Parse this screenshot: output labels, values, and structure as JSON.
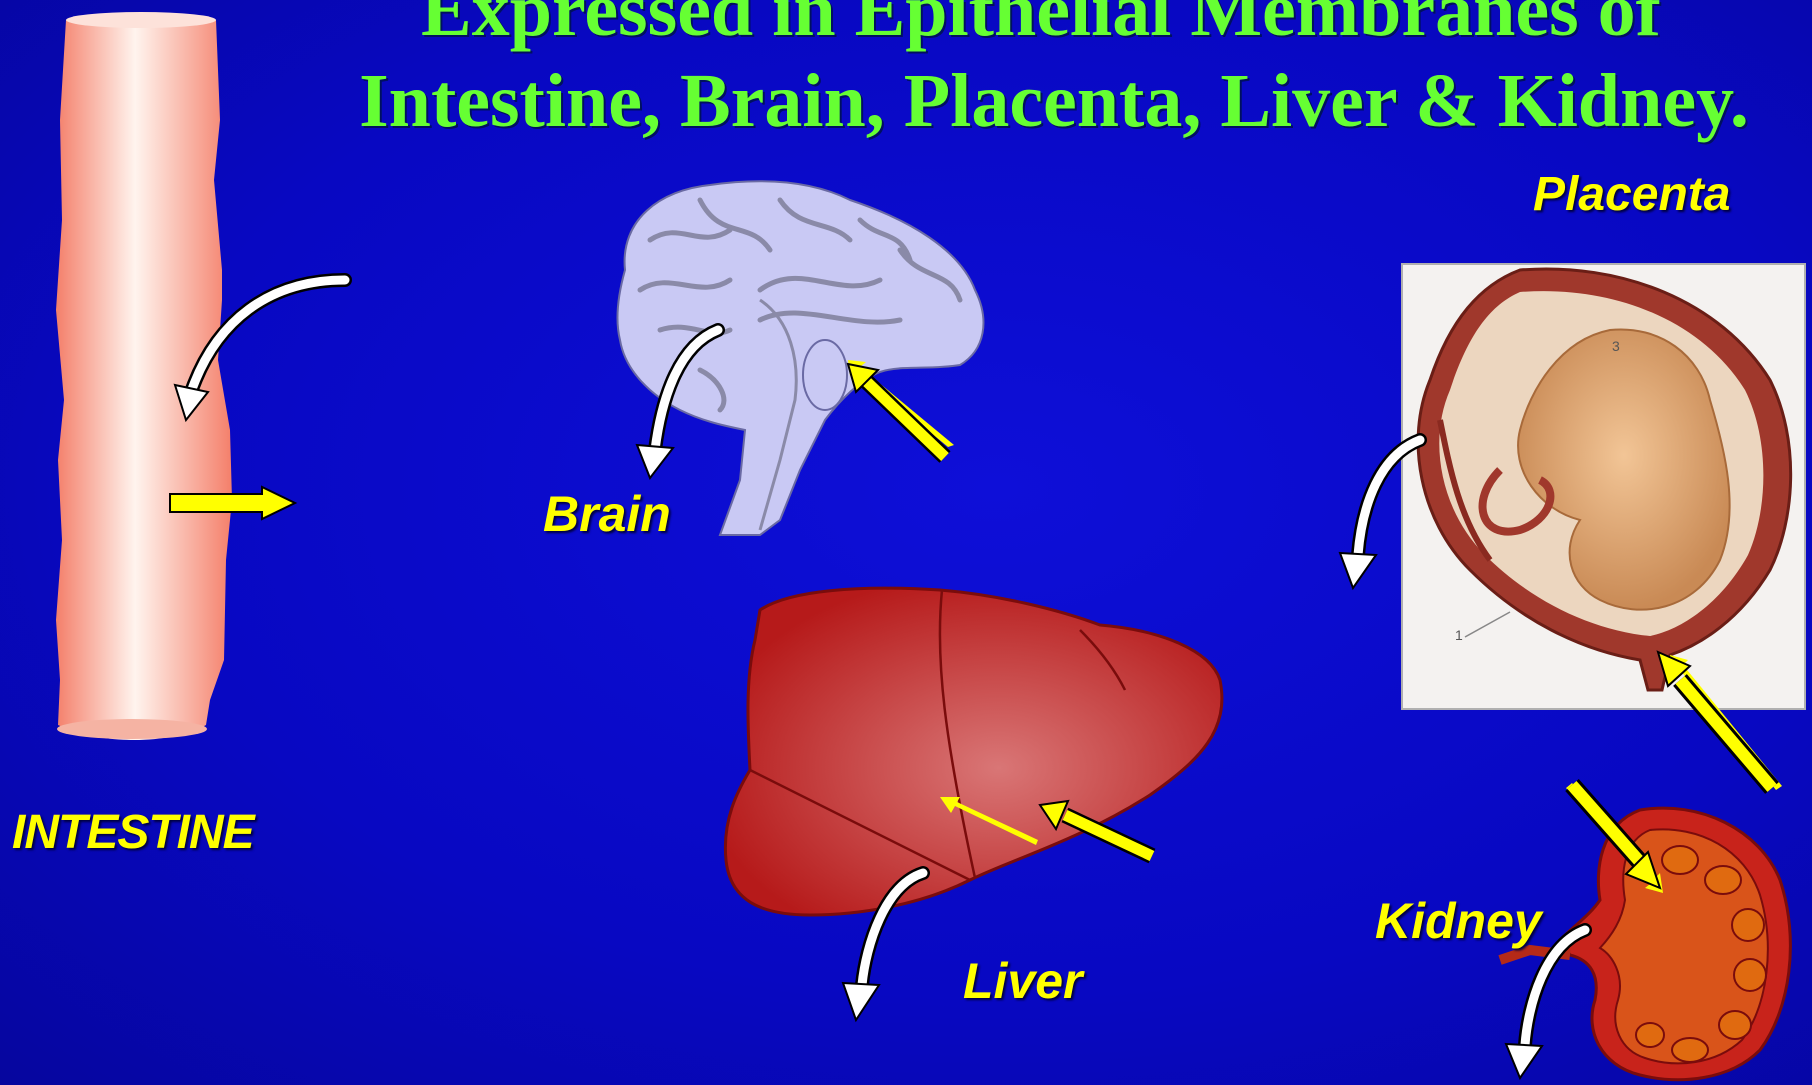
{
  "slide": {
    "title_line_1": "Expressed in Epithelial Membranes of",
    "title_line_2": "Intestine, Brain, Placenta, Liver &  Kidney.",
    "labels": {
      "intestine": "INTESTINE",
      "brain": "Brain",
      "liver": "Liver",
      "kidney": "Kidney",
      "placenta": "Placenta"
    },
    "colors": {
      "background": "#0a09c8",
      "title": "#66ff33",
      "labels": "#ffff00",
      "yellow_arrow": "#ffff00",
      "white_arrow": "#ffffff"
    },
    "icons": [
      "intestine-icon",
      "brain-icon",
      "liver-icon",
      "kidney-icon",
      "placenta-fetus-image",
      "yellow-arrow-icon",
      "white-curved-arrow-icon"
    ]
  }
}
